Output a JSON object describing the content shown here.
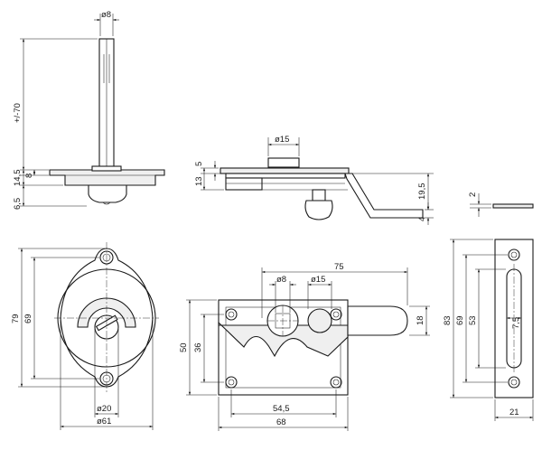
{
  "dimensions": {
    "spindle_diameter": "ø8",
    "spindle_length": "+/-70",
    "rose_thickness": "14,5",
    "rose_flange": "8",
    "bottom_offset": "6,5",
    "knob_diameter": "ø15",
    "side_height_total": "13",
    "side_top_plate": "5",
    "bracket_drop": "19,5",
    "bracket_thickness": "4",
    "plate_thickness": "2",
    "rose_height": "79",
    "rose_inner_height": "69",
    "rose_center_diameter": "ø20",
    "rose_diameter": "ø61",
    "bolt_length": "75",
    "bolt_spindle_diameter": "ø8",
    "bolt_knob_diameter": "ø15",
    "bolt_height": "50",
    "bolt_hole_spacing": "36",
    "bolt_width": "18",
    "bolt_hole_span": "54,5",
    "bolt_base_width": "68",
    "keeper_height": "83",
    "keeper_hole_spacing": "69",
    "keeper_slot_length": "53",
    "keeper_slot_width": "7,5",
    "keeper_width": "21"
  }
}
